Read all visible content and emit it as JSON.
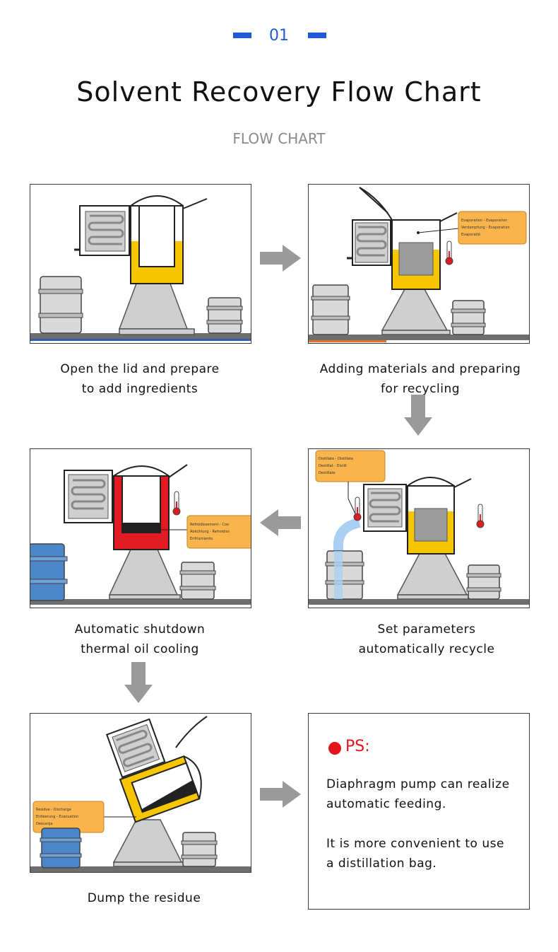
{
  "header": {
    "section_number": "01",
    "title": "Solvent Recovery Flow Chart",
    "subtitle": "FLOW CHART"
  },
  "steps": [
    {
      "line1": "Open the lid and prepare",
      "line2": "to add ingredients"
    },
    {
      "line1": "Adding materials and preparing",
      "line2": "for recycling"
    },
    {
      "line1": "Set parameters",
      "line2": "automatically recycle"
    },
    {
      "line1": "Automatic shutdown",
      "line2": "thermal oil cooling"
    },
    {
      "line1": "Dump the residue",
      "line2": ""
    }
  ],
  "callouts": {
    "evaporation": [
      "Evaporation - Evaporation",
      "Verdampfung - Evaporation",
      "Evaporatió"
    ],
    "distillate": [
      "Distillate - Distillate",
      "Destillat - Distill",
      "Destillate"
    ],
    "cooling": [
      "Refroidissement - Coo",
      "Abkühlung - Refroidiss",
      "Enfriamiento"
    ],
    "residue": [
      "Residue - Discharge",
      "Entleerung - Evacuation",
      "Descarga"
    ]
  },
  "ps": {
    "label": "PS:",
    "paragraph1_line1": "Diaphragm pump can realize",
    "paragraph1_line2": "automatic feeding.",
    "paragraph2_line1": "It is more convenient to use",
    "paragraph2_line2": "a distillation bag."
  },
  "colors": {
    "accent_blue": "#1f5bd6",
    "liquid_yellow": "#f7c600",
    "heat_red": "#e11b22",
    "drum_blue": "#4a86c8",
    "callout_orange": "#f9b54c",
    "arrow_gray": "#9a9a9a",
    "ps_red": "#e3141b"
  }
}
